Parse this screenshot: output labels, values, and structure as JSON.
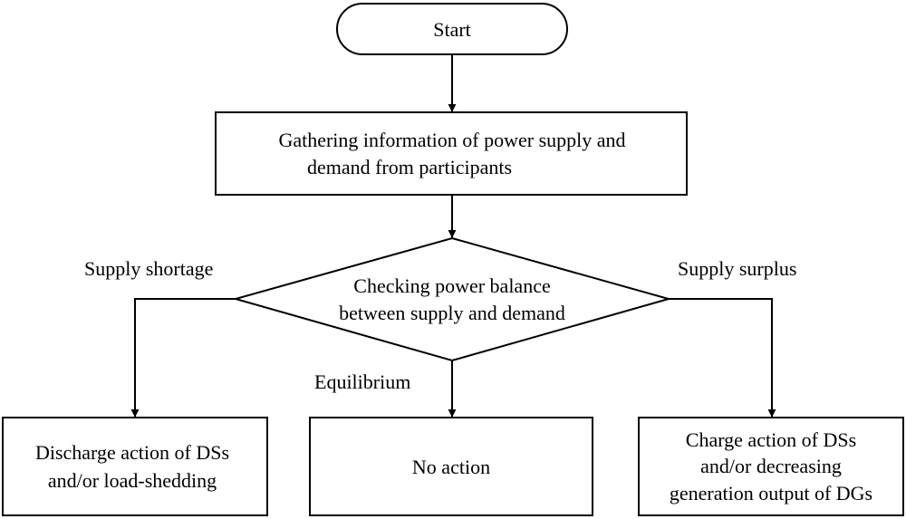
{
  "nodes": {
    "start": {
      "lines": [
        "Start"
      ]
    },
    "gather": {
      "lines": [
        "Gathering information of power supply and",
        "demand from participants"
      ]
    },
    "check": {
      "lines": [
        "Checking power balance",
        "between  supply and demand"
      ]
    },
    "discharge": {
      "lines": [
        "Discharge action of DSs",
        "and/or load-shedding"
      ]
    },
    "no_action": {
      "lines": [
        "No action"
      ]
    },
    "charge": {
      "lines": [
        "Charge action of DSs",
        "and/or decreasing",
        "generation output of DGs"
      ]
    }
  },
  "edge_labels": {
    "shortage": "Supply shortage",
    "equilibrium": "Equilibrium",
    "surplus": "Supply surplus"
  },
  "colors": {
    "stroke": "#000000",
    "fill": "#ffffff"
  }
}
